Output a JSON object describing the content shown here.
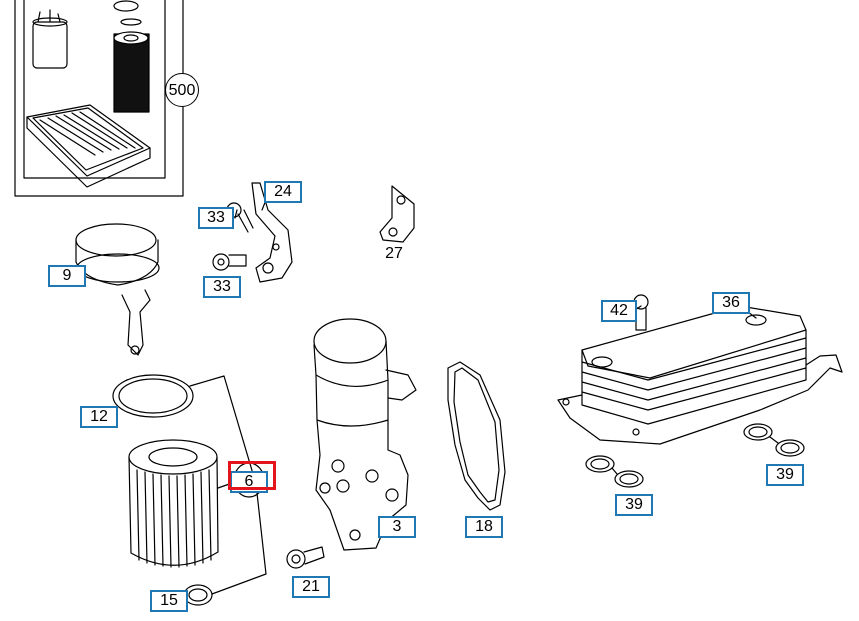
{
  "colors": {
    "callout_border": "#1f78b4",
    "selected_border": "#e3141b",
    "line": "#000000"
  },
  "kit": {
    "label": "500"
  },
  "callouts": {
    "c24": "24",
    "c33a": "33",
    "c33b": "33",
    "c27": "27",
    "c9": "9",
    "c42": "42",
    "c36": "36",
    "c12": "12",
    "c6": "6",
    "c3": "3",
    "c18": "18",
    "c39a": "39",
    "c39b": "39",
    "c21": "21",
    "c15": "15"
  },
  "selected_callout": "6"
}
